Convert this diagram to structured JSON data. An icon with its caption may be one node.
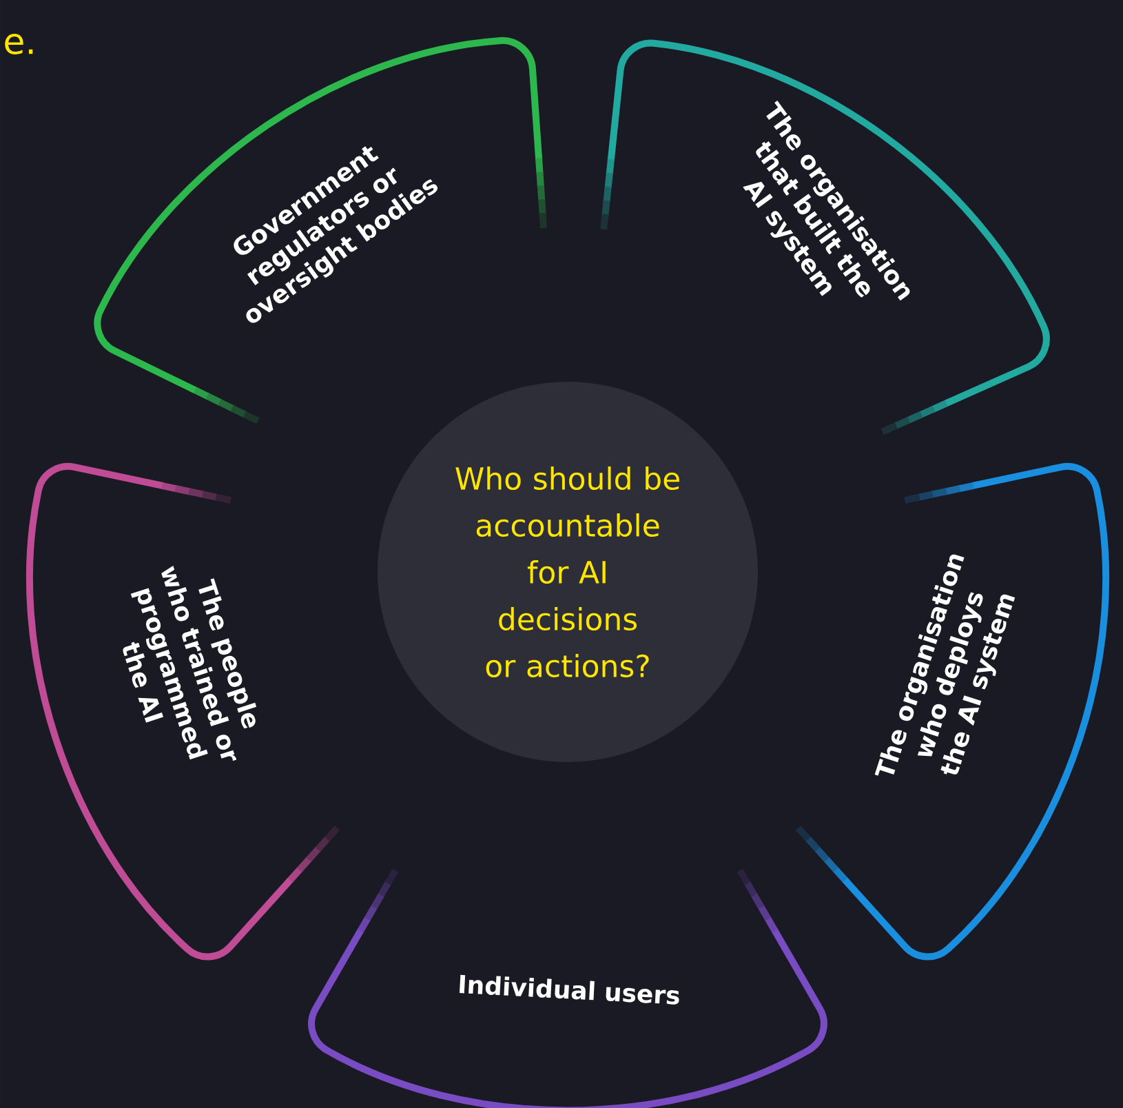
{
  "diagram": {
    "nodes": [
      {
        "text": [
          "Who should be accountable for AI decisions or actions?"
        ]
      },
      {
        "text": [
          "Government regulators or oversight bodies"
        ]
      },
      {
        "text": [
          "The organisation that built the AI system"
        ]
      },
      {
        "text": [
          "The organisation who deploys the AI system"
        ]
      },
      {
        "text": [
          "Individual users"
        ]
      },
      {
        "text": [
          "The people who trained or programmed the AI"
        ]
      }
    ],
    "labels": [
      "e."
    ]
  }
}
